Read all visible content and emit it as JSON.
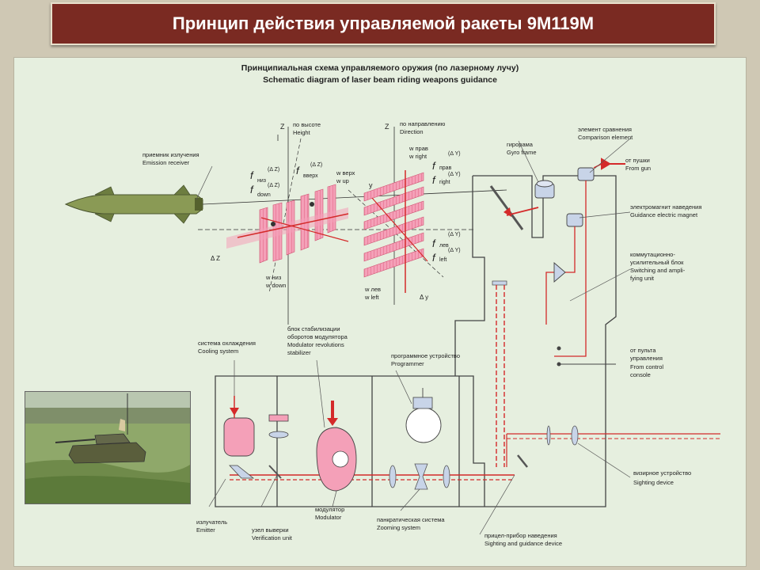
{
  "slide": {
    "title": "Принцип действия управляемой ракеты 9М119М"
  },
  "diagram": {
    "heading_ru": "Принципиальная схема управляемого оружия (по лазерному лучу)",
    "heading_en": "Schematic diagram of laser beam riding weapons guidance",
    "labels": {
      "emission_receiver_ru": "приемник излучения",
      "emission_receiver_en": "Emission receiver",
      "height_ru": "по высоте",
      "height_en": "Height",
      "direction_ru": "по направлению",
      "direction_en": "Direction",
      "gyro_ru": "гирорама",
      "gyro_en": "Gyro frame",
      "comparison_ru": "элемент сравнения",
      "comparison_en": "Comparison element",
      "from_gun_ru": "от пушки",
      "from_gun_en": "From gun",
      "magnet_ru": "электромагнит наведения",
      "magnet_en": "Guidance electric magnet",
      "switching_ru1": "коммутационно-",
      "switching_ru2": "усилительный блок",
      "switching_en1": "Switching and ampli-",
      "switching_en2": "fying unit",
      "console_ru1": "от пульта",
      "console_ru2": "управления",
      "console_en1": "From control",
      "console_en2": "console",
      "sighting_ru": "визирное устройство",
      "sighting_en": "Sighting device",
      "sgd_ru": "прицел-прибор наведения",
      "sgd_en": "Sighting and guidance device",
      "zooming_ru": "панкратическая система",
      "zooming_en": "Zooming system",
      "modulator_ru": "модулятор",
      "modulator_en": "Modulator",
      "verification_ru": "узел выверки",
      "verification_en": "Verification unit",
      "emitter_ru": "излучатель",
      "emitter_en": "Emitter",
      "cooling_ru": "система охлаждения",
      "cooling_en": "Cooling system",
      "stabilizer_ru1": "блок стабилизации",
      "stabilizer_ru2": "оборотов модулятора",
      "stabilizer_en1": "Modulator revolutions",
      "stabilizer_en2": "stabilizer",
      "programmer_ru": "программное устройство",
      "programmer_en": "Programmer",
      "w_up_ru": "w верх",
      "w_up_en": "w up",
      "w_down_ru": "w низ",
      "w_down_en": "w down",
      "w_right_ru": "w прав",
      "w_right_en": "w right",
      "w_left_ru": "w лев",
      "w_left_en": "w left",
      "f_up": "f",
      "sub_up_ru": "вверх",
      "sub_low_ru": "низ",
      "sub_down_en": "down",
      "sub_right_ru": "прав",
      "sub_right_en": "right",
      "sub_left_ru": "лев",
      "sub_left_en": "left",
      "dz": "(Δ Z)",
      "dy": "(Δ Y)",
      "dz_axis": "Δ Z",
      "dy_axis": "Δ y",
      "axis_z": "Z",
      "axis_y": "y"
    }
  },
  "colors": {
    "title_bg": "#7a2a22",
    "panel_bg": "#e6efdf",
    "beam_red": "#d42a2a",
    "pink": "#f08aa8"
  }
}
